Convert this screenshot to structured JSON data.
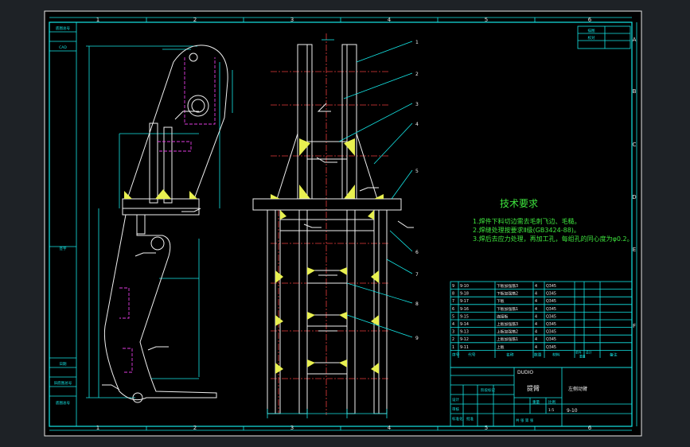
{
  "zones": {
    "top": [
      "1",
      "2",
      "3",
      "4",
      "5",
      "6"
    ],
    "bottom": [
      "1",
      "2",
      "3",
      "4",
      "5",
      "6"
    ],
    "right": [
      "A",
      "B",
      "C",
      "D",
      "E",
      "F"
    ]
  },
  "notes": {
    "title": "技术要求",
    "items": [
      "1.焊件下料切边需去毛刺飞边、毛糙。",
      "2.焊缝处理按要求Ⅱ级(GB3424-88)。",
      "3.焊后去应力处理，再加工孔，每组孔的同心度为φ0.2。"
    ]
  },
  "callouts": [
    "1",
    "2",
    "3",
    "4",
    "5",
    "6",
    "7",
    "8",
    "9"
  ],
  "bom": {
    "rows": [
      {
        "no": "9",
        "code": "9-10",
        "name": "下板加强筋3",
        "qty": "4",
        "material": "Q345"
      },
      {
        "no": "8",
        "code": "9-18",
        "name": "下板加强筋2",
        "qty": "4",
        "material": "Q345"
      },
      {
        "no": "7",
        "code": "9-17",
        "name": "下板",
        "qty": "4",
        "material": "Q345"
      },
      {
        "no": "6",
        "code": "9-16",
        "name": "下板加强筋1",
        "qty": "4",
        "material": "Q345"
      },
      {
        "no": "5",
        "code": "9-15",
        "name": "连接板",
        "qty": "4",
        "material": "Q345"
      },
      {
        "no": "4",
        "code": "9-14",
        "name": "上板加强筋3",
        "qty": "4",
        "material": "Q345"
      },
      {
        "no": "3",
        "code": "9-13",
        "name": "上板加强筋2",
        "qty": "4",
        "material": "Q345"
      },
      {
        "no": "2",
        "code": "9-12",
        "name": "上板加强筋1",
        "qty": "4",
        "material": "Q345"
      },
      {
        "no": "1",
        "code": "9-11",
        "name": "上板",
        "qty": "4",
        "material": "Q345"
      }
    ],
    "header": {
      "no": "序号",
      "code": "代号",
      "name": "名称",
      "qty": "数量",
      "material": "材料",
      "unit_weight": "单件",
      "total_weight": "总计",
      "weight": "重量",
      "remark": "备注"
    }
  },
  "title_block": {
    "company": "DUDIO",
    "part_name": "提臂",
    "drawing_name": "左侧动臂",
    "drawing_no": "9-10",
    "design": "设计",
    "check": "审核",
    "standard": "标准化",
    "approve": "批准",
    "stage": "阶段标记",
    "weight": "重量",
    "scale": "比例",
    "scale_value": "1:5",
    "sheets": "共 张 第 张"
  },
  "left_strip": [
    "底图总号",
    "CAD",
    "签字",
    "日期",
    "旧底图总号",
    "底图总号"
  ],
  "top_right_cells": [
    "描图",
    "校对"
  ]
}
